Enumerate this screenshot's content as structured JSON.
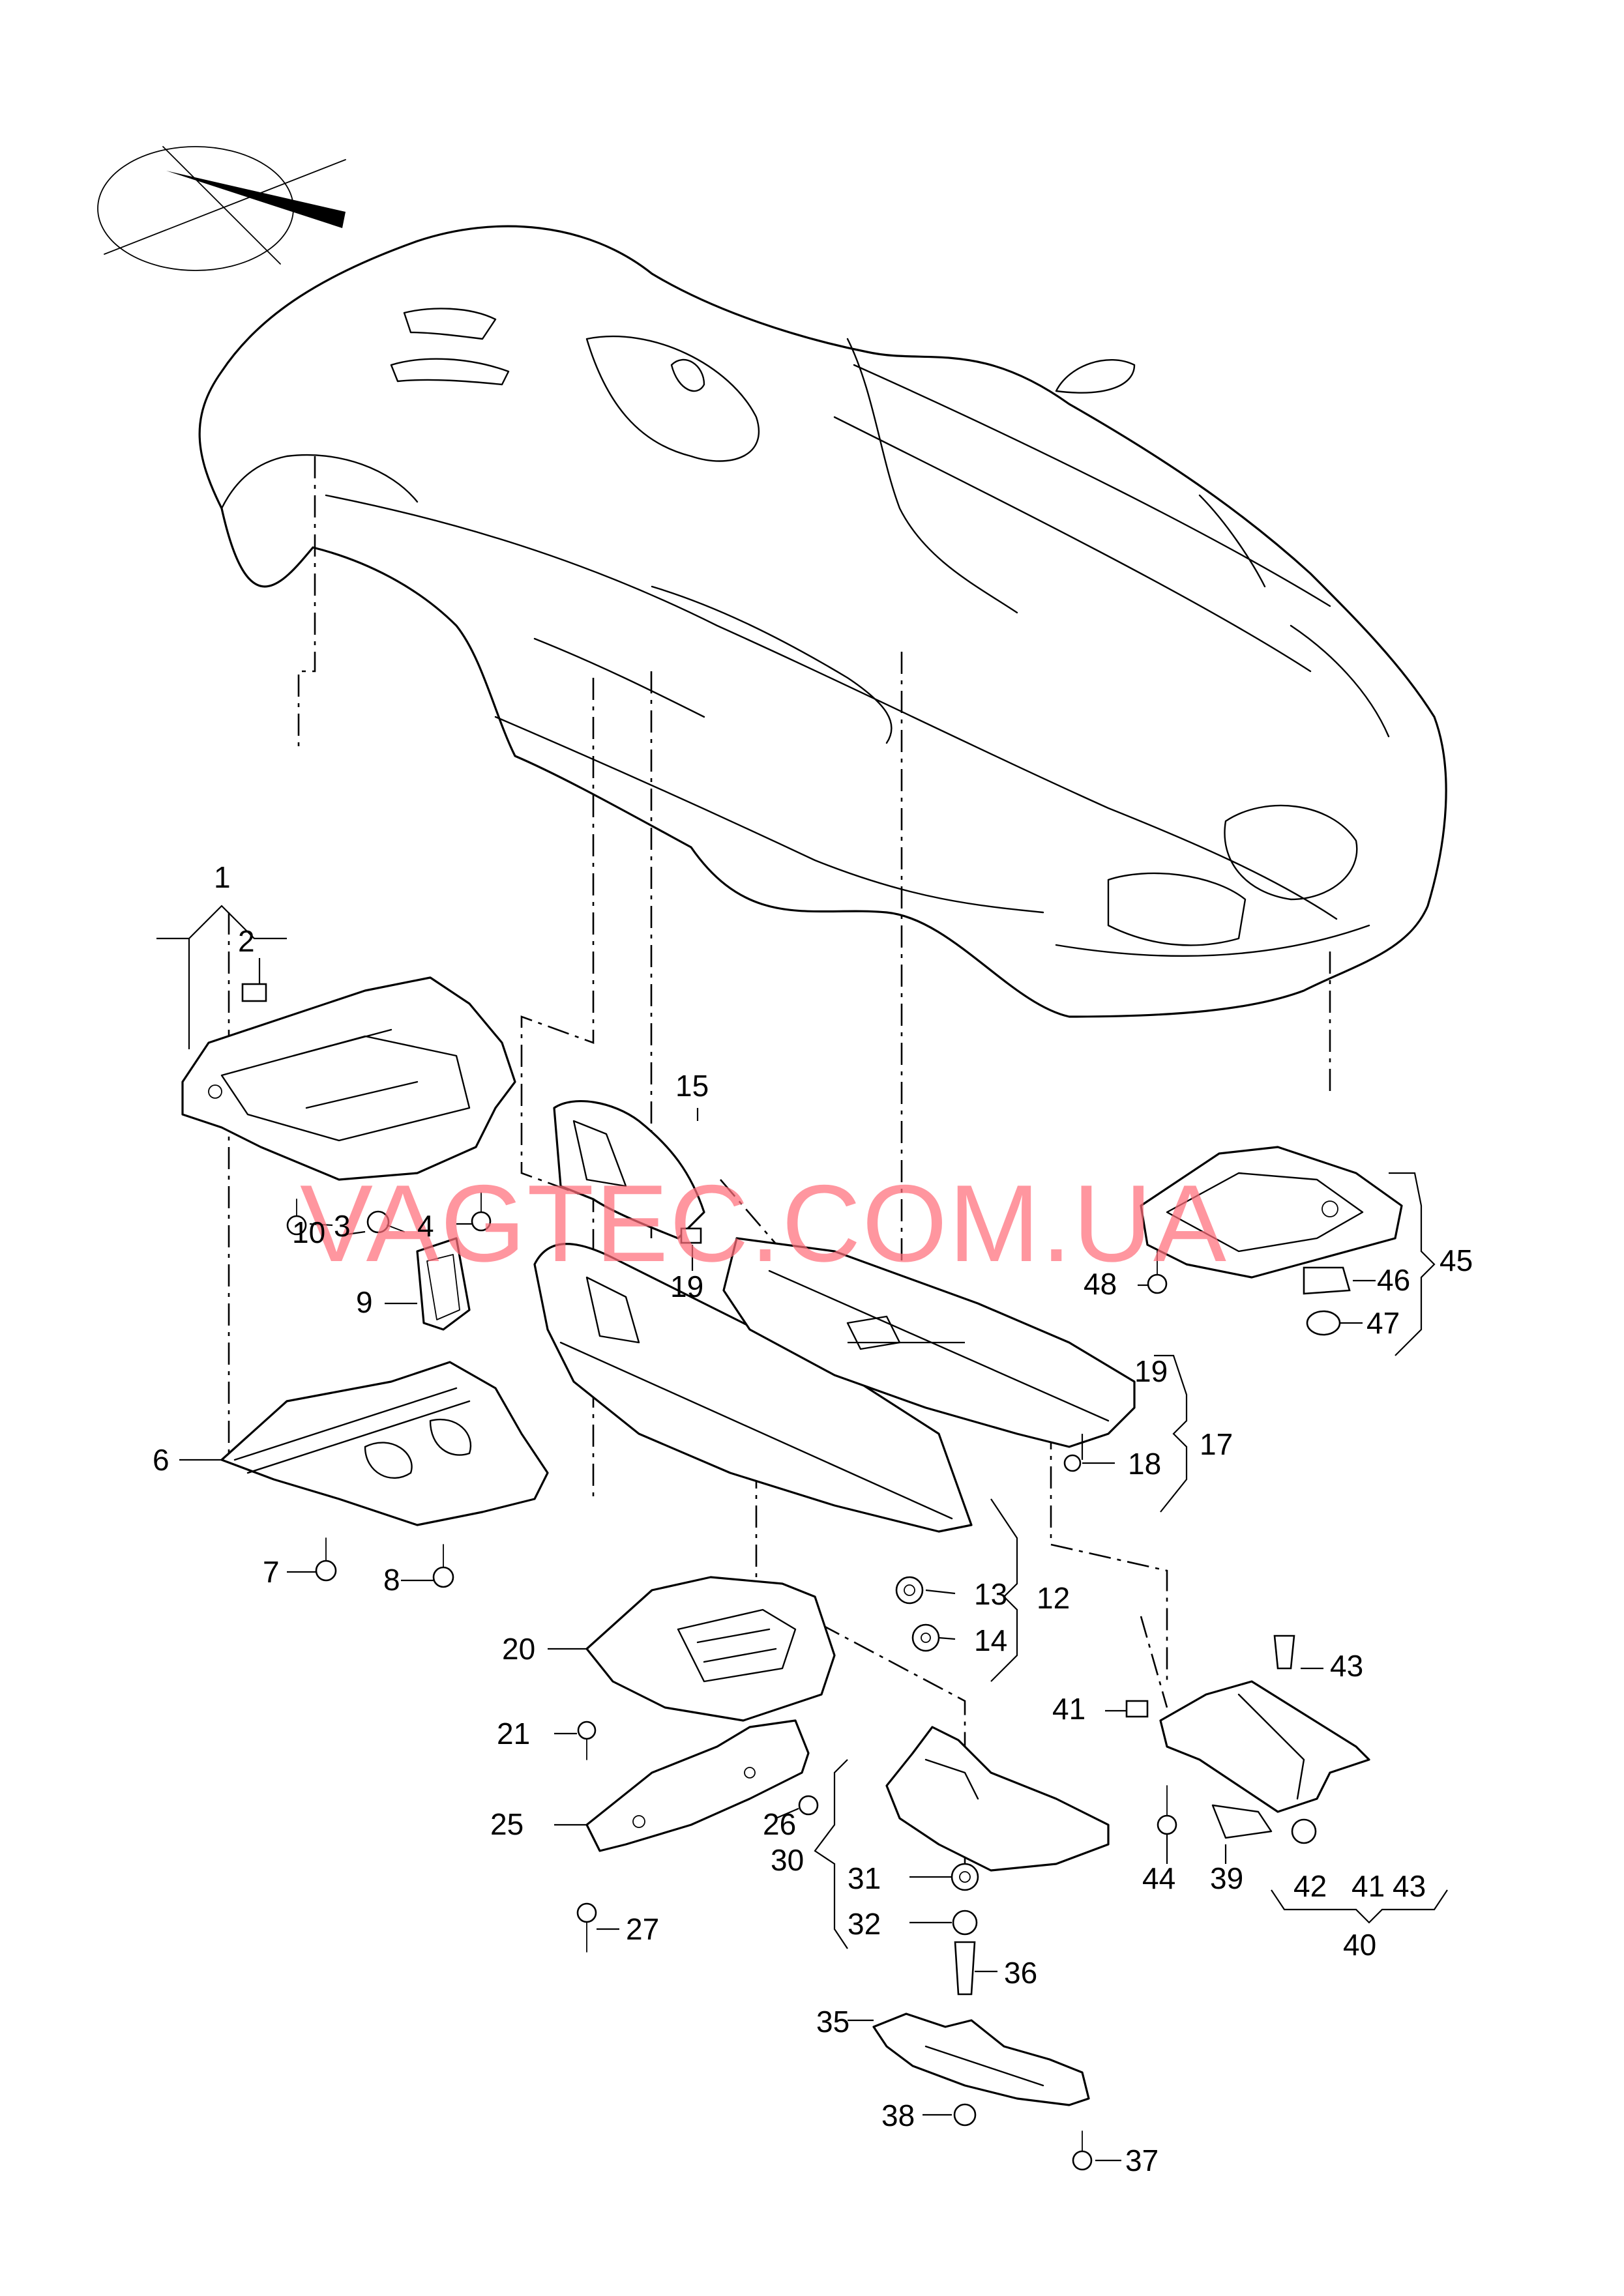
{
  "watermark": "VAGTEC.COM.UA",
  "callouts": [
    "1",
    "2",
    "3",
    "4",
    "6",
    "7",
    "8",
    "9",
    "10",
    "12",
    "13",
    "14",
    "15",
    "17",
    "18",
    "19",
    "19",
    "20",
    "21",
    "25",
    "26",
    "27",
    "30",
    "31",
    "32",
    "35",
    "36",
    "37",
    "38",
    "39",
    "40",
    "41",
    "41",
    "42",
    "43",
    "43",
    "44",
    "45",
    "46",
    "47",
    "48"
  ],
  "colors": {
    "line": "#000000",
    "background": "#ffffff",
    "watermark": "#ff6e7a"
  },
  "icons": [
    "view-direction-icon"
  ]
}
